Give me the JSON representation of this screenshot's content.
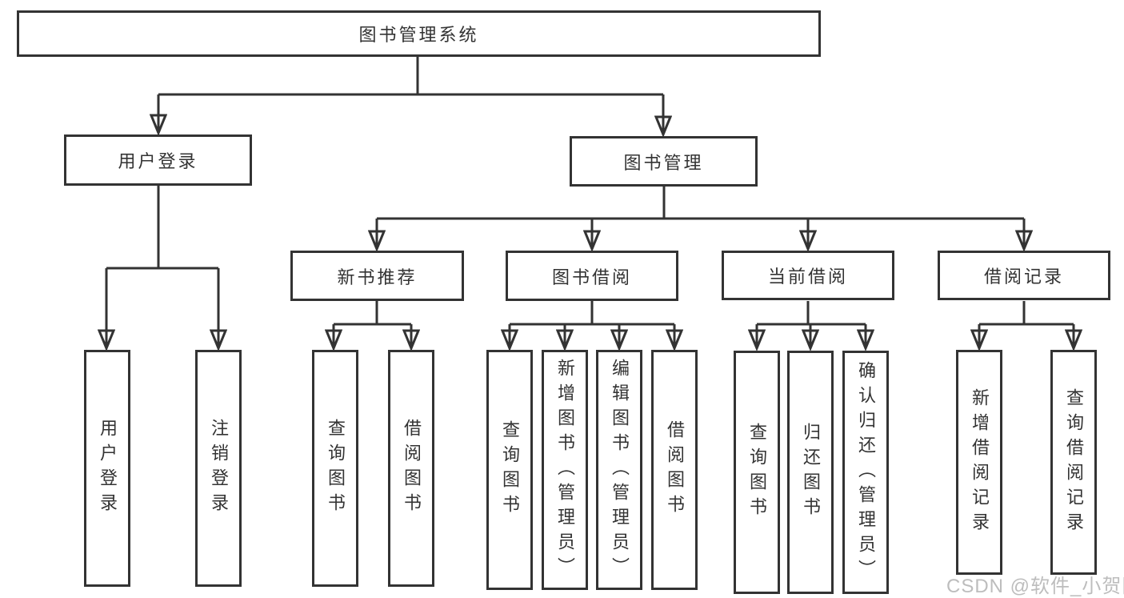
{
  "diagram": {
    "root": {
      "label": "图书管理系统"
    },
    "branches": [
      {
        "label": "用户登录",
        "children": [
          {
            "label": "用户登录"
          },
          {
            "label": "注销登录"
          }
        ]
      },
      {
        "label": "图书管理",
        "children": [
          {
            "label": "新书推荐",
            "children": [
              {
                "label": "查询图书"
              },
              {
                "label": "借阅图书"
              }
            ]
          },
          {
            "label": "图书借阅",
            "children": [
              {
                "label": "查询图书"
              },
              {
                "label": "新增图书（管理员）"
              },
              {
                "label": "编辑图书（管理员）"
              },
              {
                "label": "借阅图书"
              }
            ]
          },
          {
            "label": "当前借阅",
            "children": [
              {
                "label": "查询图书"
              },
              {
                "label": "归还图书"
              },
              {
                "label": "确认归还（管理员）"
              }
            ]
          },
          {
            "label": "借阅记录",
            "children": [
              {
                "label": "新增借阅记录"
              },
              {
                "label": "查询借阅记录"
              }
            ]
          }
        ]
      }
    ]
  },
  "watermark": {
    "text": "CSDN @软件_小贺同学"
  },
  "colors": {
    "line": "#333333",
    "text": "#333333",
    "watermark": "#bdbdbd",
    "background": "#ffffff"
  }
}
